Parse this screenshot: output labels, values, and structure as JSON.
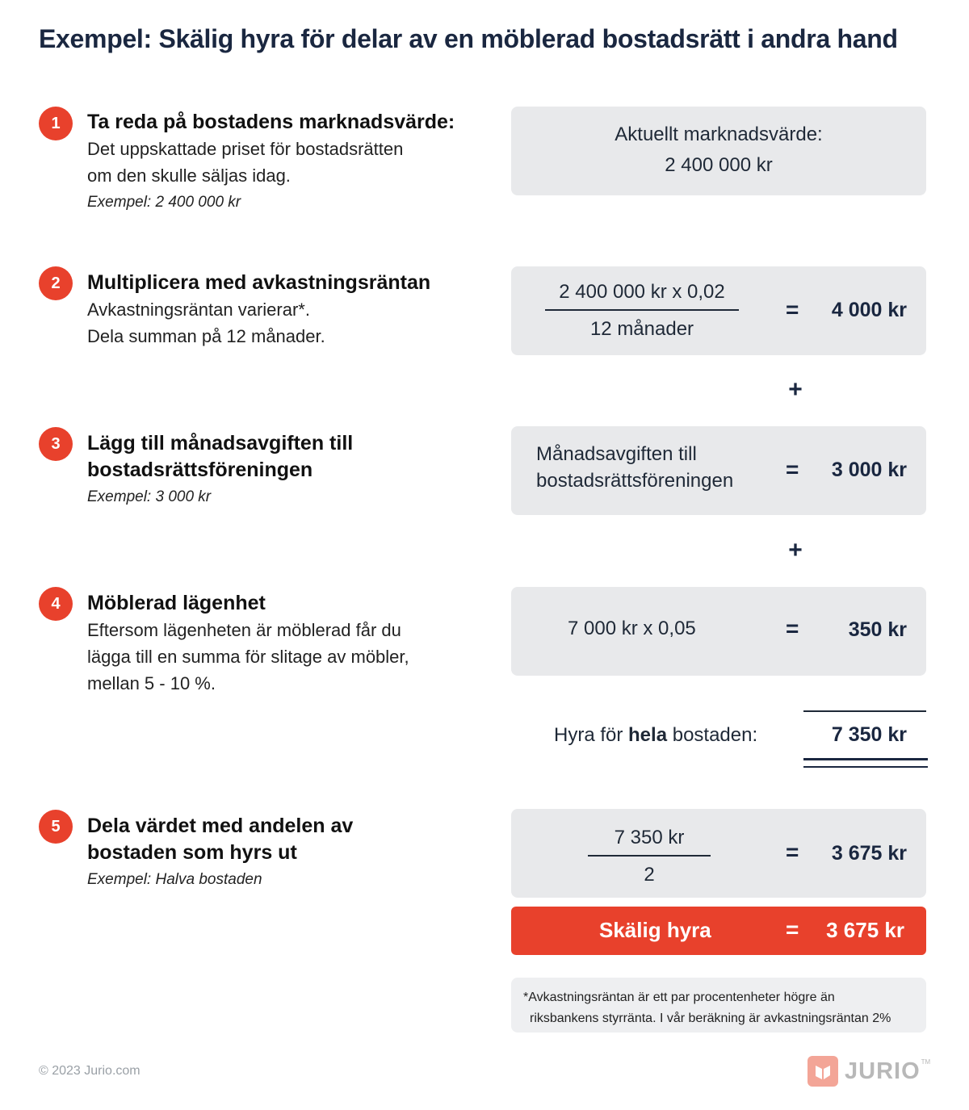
{
  "title": "Exempel: Skälig hyra för delar av en möblerad bostadsrätt i andra hand",
  "steps": [
    {
      "number": "1",
      "heading": "Ta reda på bostadens marknadsvärde:",
      "desc_lines": [
        "Det uppskattade priset för bostadsrätten",
        "om den skulle säljas idag."
      ],
      "example": "Exempel: 2 400 000 kr"
    },
    {
      "number": "2",
      "heading": "Multiplicera med avkastningsräntan",
      "desc_lines": [
        "Avkastningsräntan varierar*.",
        "Dela summan på 12 månader."
      ]
    },
    {
      "number": "3",
      "heading_lines": [
        "Lägg till månadsavgiften till",
        "bostadsrättsföreningen"
      ],
      "example": "Exempel: 3 000 kr"
    },
    {
      "number": "4",
      "heading": "Möblerad lägenhet",
      "desc_lines": [
        "Eftersom lägenheten är möblerad får du",
        "lägga till en summa för slitage av möbler,",
        "mellan 5 - 10 %."
      ]
    },
    {
      "number": "5",
      "heading_lines": [
        "Dela värdet med andelen av",
        "bostaden som hyrs ut"
      ],
      "example": "Exempel: Halva bostaden"
    }
  ],
  "calc": {
    "box1": {
      "line1": "Aktuellt marknadsvärde:",
      "line2": "2 400 000 kr"
    },
    "box2": {
      "numerator": "2 400 000 kr  x  0,02",
      "denominator": "12 månader",
      "equals": "=",
      "result": "4 000 kr"
    },
    "plus": "+",
    "box3": {
      "line1": "Månadsavgiften till",
      "line2": "bostadsrättsföreningen",
      "equals": "=",
      "result": "3 000 kr"
    },
    "box4": {
      "expr": "7 000 kr  x  0,05",
      "equals": "=",
      "result": "350 kr"
    },
    "total": {
      "prefix": "Hyra för ",
      "bold": "hela",
      "suffix": " bostaden:",
      "value": "7 350 kr"
    },
    "box5": {
      "numerator": "7 350 kr",
      "denominator": "2",
      "equals": "=",
      "result": "3 675 kr"
    },
    "final": {
      "label": "Skälig hyra",
      "equals": "=",
      "value": "3 675 kr"
    }
  },
  "footnote": {
    "line1": "*Avkastningsräntan är ett par procentenheter högre än",
    "line2": "riksbankens styrränta. I vår beräkning är avkastningsräntan 2%"
  },
  "copyright": "© 2023 Jurio.com",
  "logo": {
    "word": "JURIO",
    "tm": "TM"
  },
  "colors": {
    "accent": "#e8412c",
    "navy": "#1a2740",
    "box": "#e8e9eb"
  }
}
